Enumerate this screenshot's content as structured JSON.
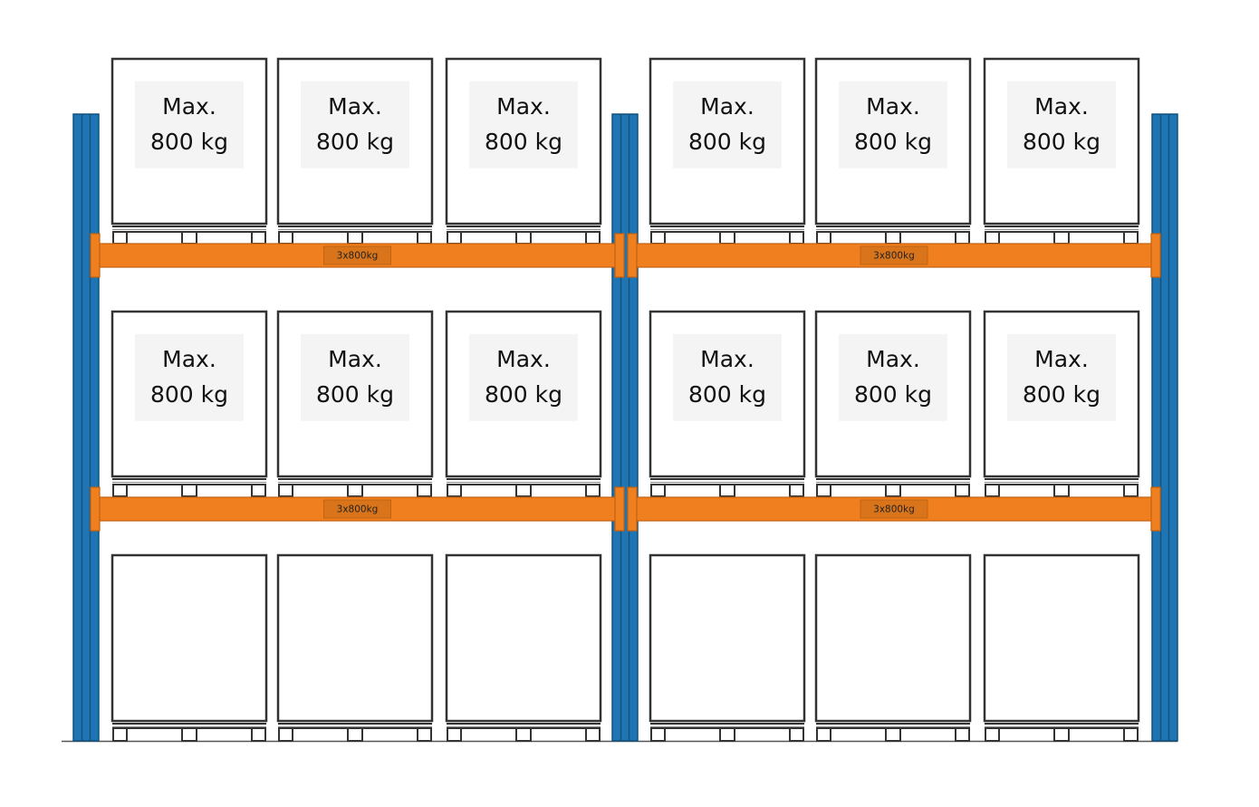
{
  "colors": {
    "upright": "#1f74b3",
    "upright_edge": "#14527f",
    "beam": "#ef7f1f",
    "beam_edge": "#c2620f",
    "beam_tag": "#d9741b",
    "outline": "#333333",
    "box_fill": "#ffffff",
    "label_bg": "#f4f4f4"
  },
  "beam_label": "3x800kg",
  "box_label": {
    "line1": "Max.",
    "line2": "800 kg"
  },
  "bays": [
    {
      "levels": [
        {
          "beam_label": "3x800kg",
          "boxes": [
            {
              "line1": "Max.",
              "line2": "800 kg"
            },
            {
              "line1": "Max.",
              "line2": "800 kg"
            },
            {
              "line1": "Max.",
              "line2": "800 kg"
            }
          ]
        },
        {
          "beam_label": "3x800kg",
          "boxes": [
            {
              "line1": "Max.",
              "line2": "800 kg"
            },
            {
              "line1": "Max.",
              "line2": "800 kg"
            },
            {
              "line1": "Max.",
              "line2": "800 kg"
            }
          ]
        },
        {
          "beam_label": "",
          "boxes": [
            {
              "line1": "",
              "line2": ""
            },
            {
              "line1": "",
              "line2": ""
            },
            {
              "line1": "",
              "line2": ""
            }
          ]
        }
      ]
    },
    {
      "levels": [
        {
          "beam_label": "3x800kg",
          "boxes": [
            {
              "line1": "Max.",
              "line2": "800 kg"
            },
            {
              "line1": "Max.",
              "line2": "800 kg"
            },
            {
              "line1": "Max.",
              "line2": "800 kg"
            }
          ]
        },
        {
          "beam_label": "3x800kg",
          "boxes": [
            {
              "line1": "Max.",
              "line2": "800 kg"
            },
            {
              "line1": "Max.",
              "line2": "800 kg"
            },
            {
              "line1": "Max.",
              "line2": "800 kg"
            }
          ]
        },
        {
          "beam_label": "",
          "boxes": [
            {
              "line1": "",
              "line2": ""
            },
            {
              "line1": "",
              "line2": ""
            },
            {
              "line1": "",
              "line2": ""
            }
          ]
        }
      ]
    }
  ]
}
